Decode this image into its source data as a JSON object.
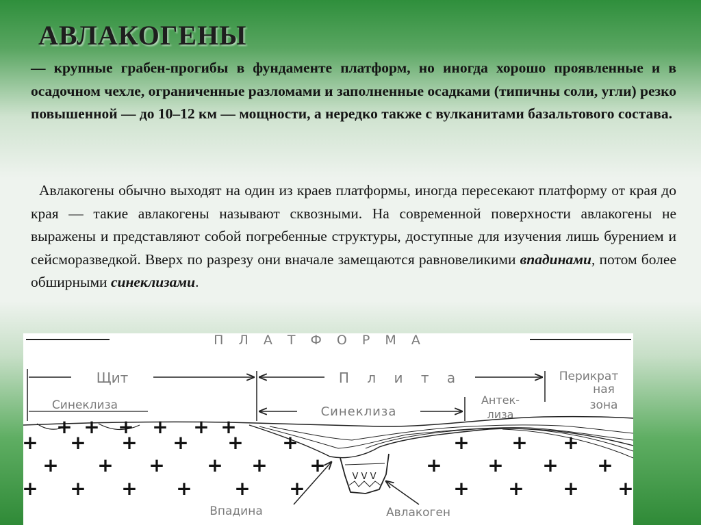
{
  "slide": {
    "title": "АВЛАКОГЕНЫ",
    "paragraph1": "— крупные грабен-прогибы в фундаменте платформ, но иногда хорошо проявленные и в осадочном чехле, ограниченные разломами и заполненные осадками (типичны соли, угли) резко повышенной — до 10–12 км — мощности, а нередко также с вулканитами базальтового состава.",
    "paragraph2": {
      "part1": "Авлакогены обычно выходят на один из краев платформы, иногда пересекают платформу от края до края — такие авлакогены называют сквозными. На современной поверхности авлакогены не выражены и представляют собой погребенные структуры, доступные для изучения лишь бурением и сейсморазведкой. Вверх по разрезу они вначале замещаются равновеликими ",
      "em1": "впадинами",
      "part2": ", потом более обширными ",
      "em2": "синеклизами",
      "part3": "."
    }
  },
  "figure": {
    "platform_label": "П Л А Т Ф О Р М А",
    "shield_label": "Щит",
    "plate_label": "П л и т а",
    "pericratonic_line1": "Перикрат",
    "pericratonic_line2": "ная",
    "pericratonic_line3": "зона",
    "syneclise_left": "Синеклиза",
    "syneclise_center": "Синеклиза",
    "anteclise_line1": "Антек-",
    "anteclise_line2": "лиза",
    "depression_label": "Впадина",
    "aulacogen_label": "Авлакоген"
  }
}
